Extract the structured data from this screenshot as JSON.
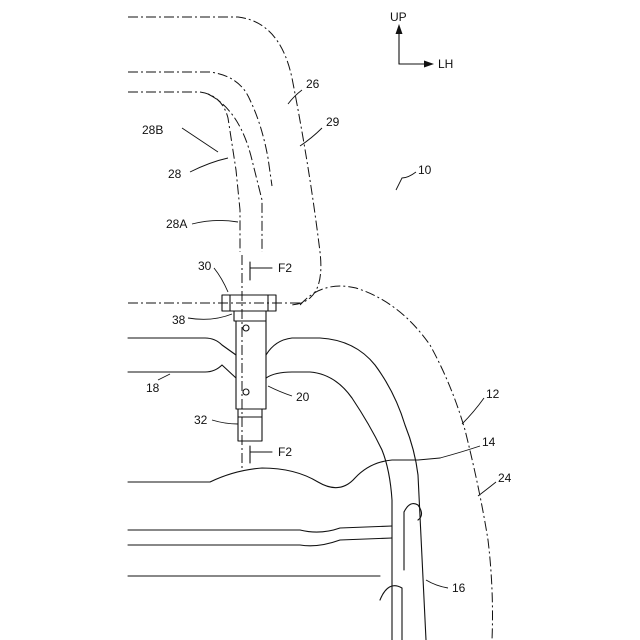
{
  "orientation": {
    "up": "UP",
    "left": "LH"
  },
  "labels": {
    "l10": "10",
    "l12": "12",
    "l14": "14",
    "l16": "16",
    "l18": "18",
    "l20": "20",
    "l24": "24",
    "l26": "26",
    "l28": "28",
    "l28a": "28A",
    "l28b": "28B",
    "l29": "29",
    "l30": "30",
    "l32": "32",
    "l38": "38",
    "f2_top": "F2",
    "f2_bottom": "F2"
  }
}
